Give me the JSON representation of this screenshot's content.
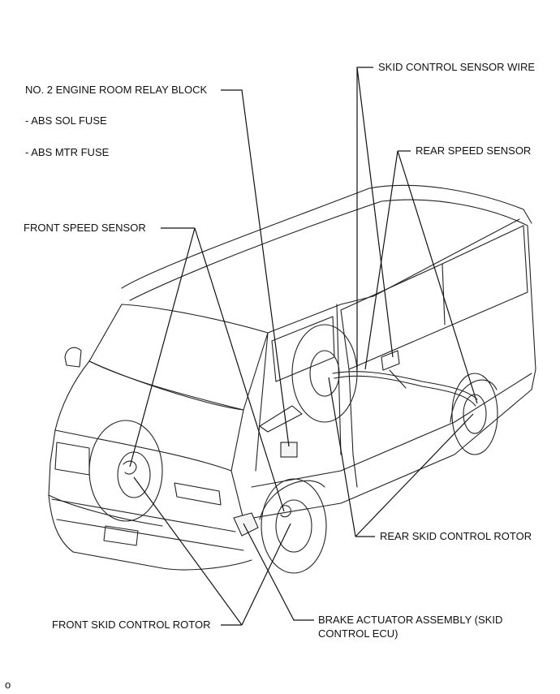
{
  "labels": {
    "relay_block": "NO. 2 ENGINE ROOM RELAY BLOCK",
    "abs_sol_fuse": "- ABS SOL FUSE",
    "abs_mtr_fuse": "- ABS MTR FUSE",
    "skid_control_sensor_wire": "SKID CONTROL SENSOR WIRE",
    "rear_speed_sensor": "REAR SPEED SENSOR",
    "front_speed_sensor": "FRONT SPEED SENSOR",
    "rear_skid_control_rotor": "REAR SKID CONTROL ROTOR",
    "front_skid_control_rotor": "FRONT SKID CONTROL ROTOR",
    "brake_actuator_line1": "BRAKE ACTUATOR ASSEMBLY (SKID",
    "brake_actuator_line2": "CONTROL ECU)",
    "figure_code": "o"
  }
}
